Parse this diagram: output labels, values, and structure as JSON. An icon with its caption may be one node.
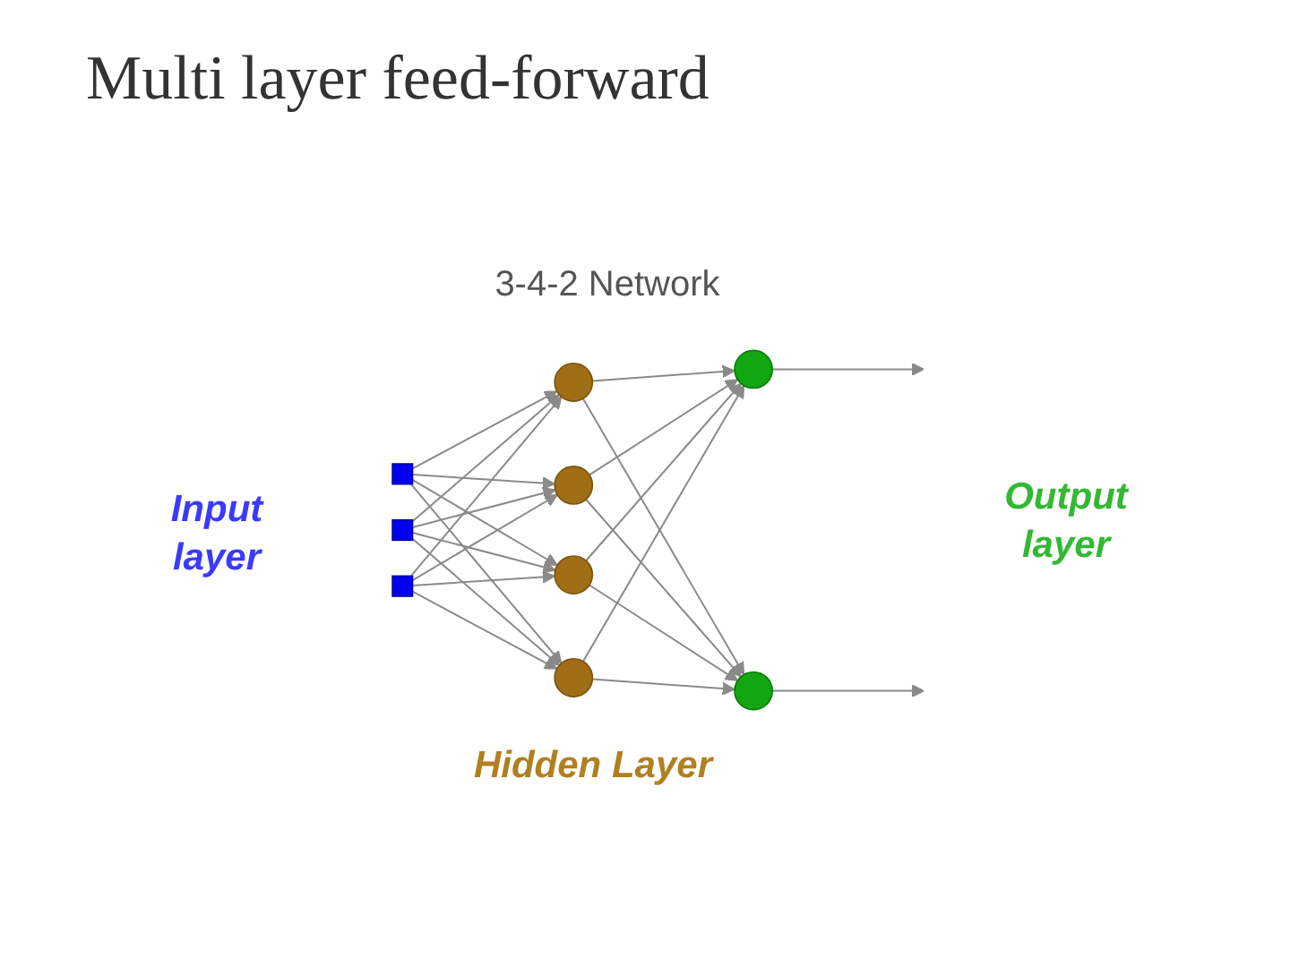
{
  "diagram": {
    "title": "Multi layer feed-forward",
    "nodes": [
      {
        "text": [],
        "shape": "box"
      },
      {
        "text": [],
        "shape": "box"
      },
      {
        "text": [],
        "shape": "box"
      },
      {
        "text": [],
        "shape": "circle"
      },
      {
        "text": [],
        "shape": "circle"
      },
      {
        "text": [],
        "shape": "circle"
      },
      {
        "text": [],
        "shape": "circle"
      },
      {
        "text": [],
        "shape": "circle"
      },
      {
        "text": [],
        "shape": "circle"
      }
    ],
    "edges": [
      {
        "from": 0,
        "to": 3,
        "arrow": "to"
      },
      {
        "from": 0,
        "to": 4,
        "arrow": "to"
      },
      {
        "from": 0,
        "to": 5,
        "arrow": "to"
      },
      {
        "from": 0,
        "to": 6,
        "arrow": "to"
      },
      {
        "from": 1,
        "to": 3,
        "arrow": "to"
      },
      {
        "from": 1,
        "to": 4,
        "arrow": "to"
      },
      {
        "from": 1,
        "to": 5,
        "arrow": "to"
      },
      {
        "from": 1,
        "to": 6,
        "arrow": "to"
      },
      {
        "from": 2,
        "to": 3,
        "arrow": "to"
      },
      {
        "from": 2,
        "to": 4,
        "arrow": "to"
      },
      {
        "from": 2,
        "to": 5,
        "arrow": "to"
      },
      {
        "from": 2,
        "to": 6,
        "arrow": "to"
      },
      {
        "from": 3,
        "to": 7,
        "arrow": "to"
      },
      {
        "from": 3,
        "to": 8,
        "arrow": "to"
      },
      {
        "from": 4,
        "to": 7,
        "arrow": "to"
      },
      {
        "from": 4,
        "to": 8,
        "arrow": "to"
      },
      {
        "from": 5,
        "to": 7,
        "arrow": "to"
      },
      {
        "from": 5,
        "to": 8,
        "arrow": "to"
      },
      {
        "from": 6,
        "to": 7,
        "arrow": "to"
      },
      {
        "from": 6,
        "to": 8,
        "arrow": "to"
      },
      {
        "from": 7,
        "to": null,
        "arrow": "to"
      },
      {
        "from": 8,
        "to": null,
        "arrow": "to"
      }
    ],
    "labels": [
      "3-4-2 Network",
      "Input layer",
      "Output layer",
      "Hidden Layer"
    ]
  }
}
